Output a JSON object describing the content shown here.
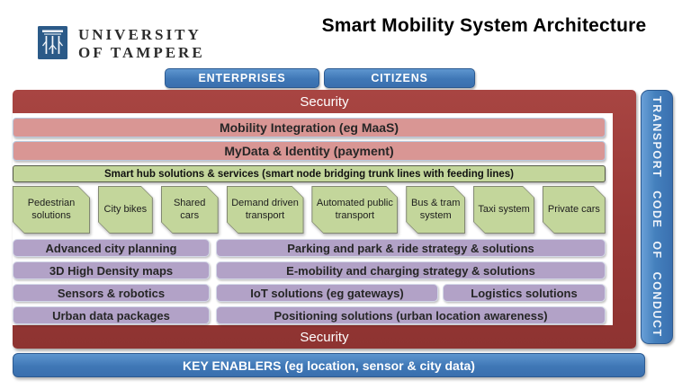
{
  "header": {
    "logo_line1": "UNIVERSITY",
    "logo_line2": "OF TAMPERE",
    "title": "Smart  Mobility System Architecture"
  },
  "audience_buttons": {
    "enterprises": "ENTERPRISES",
    "citizens": "CITIZENS"
  },
  "security_frame": {
    "top_label": "Security",
    "bottom_label": "Security"
  },
  "integration_layers": {
    "mobility_integration": "Mobility Integration (eg MaaS)",
    "mydata_identity": "MyData & Identity (payment)"
  },
  "smart_hub_bar": "Smart hub solutions & services (smart node bridging trunk lines with feeding lines)",
  "transport_modes": [
    "Pedestrian solutions",
    "City bikes",
    "Shared cars",
    "Demand driven transport",
    "Automated public transport",
    "Bus & tram system",
    "Taxi system",
    "Private cars"
  ],
  "capabilities": {
    "advanced_city_planning": "Advanced city planning",
    "maps_3d": "3D High Density maps",
    "sensors_robotics": "Sensors & robotics",
    "urban_data_packages": "Urban data packages",
    "parking": "Parking and park & ride strategy & solutions",
    "emobility": "E-mobility and charging strategy & solutions",
    "iot": "IoT solutions (eg gateways)",
    "logistics": "Logistics solutions",
    "positioning": "Positioning solutions (urban location awareness)"
  },
  "side_bar": "TRANSPORT CODE OF CONDUCT",
  "key_enablers": "KEY ENABLERS (eg location, sensor & city data)",
  "colors": {
    "security_red": "#9a3937",
    "integration_pink": "#d99694",
    "hub_green": "#c3d69b",
    "capability_purple": "#b2a2c7",
    "accent_blue": "#4080bd",
    "logo_blue": "#2b5a88"
  }
}
